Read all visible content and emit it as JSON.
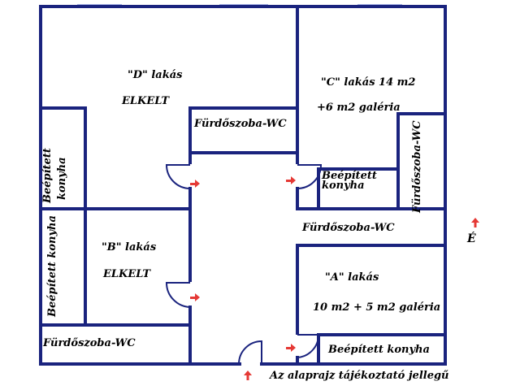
{
  "colors": {
    "wall": "#1a237e",
    "window": "#aab4e6",
    "arrow": "#e53935",
    "text": "#000000",
    "background": "#ffffff"
  },
  "rooms": {
    "d_title": "\"D\" lakás",
    "d_status": "ELKELT",
    "d_bath": "Fürdőszoba-WC",
    "d_kitchen_line1": "Beépített",
    "d_kitchen_line2": "konyha",
    "c_title": "\"C\" lakás 14 m2",
    "c_gallery": "+6 m2 galéria",
    "c_kitchen_line1": "Beépített",
    "c_kitchen_line2": "konyha",
    "c_bath": "Fürdőszoba-WC",
    "b_title": "\"B\" lakás",
    "b_status": "ELKELT",
    "b_kitchen": "Beépített konyha",
    "b_bath": "Fürdőszoba-WC",
    "a_bath": "Fürdőszoba-WC",
    "a_title": "\"A\" lakás",
    "a_size": "10 m2 + 5 m2 galéria",
    "a_kitchen": "Beépített konyha"
  },
  "compass": {
    "north_label": "É",
    "north_icon": "arrow-up-icon"
  },
  "footer": {
    "note": "Az alaprajz tájékoztató jellegű"
  },
  "icons": {
    "entry": "arrow-right-icon",
    "exit": "arrow-up-icon"
  }
}
